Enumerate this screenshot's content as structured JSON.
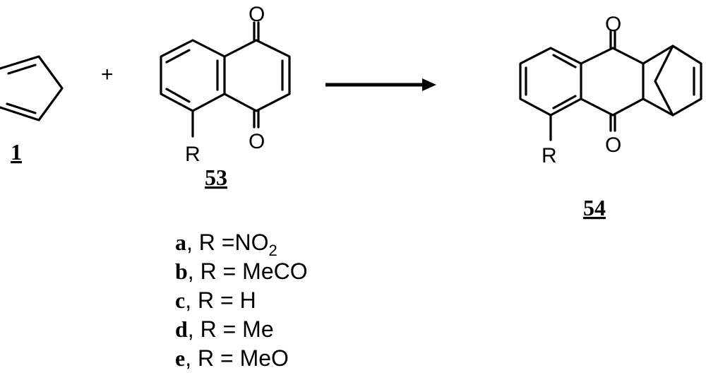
{
  "reaction": {
    "reactant_1": {
      "label": "1"
    },
    "plus": "+",
    "reactant_2": {
      "label": "53",
      "substituent": "R",
      "oxygen_top": "O",
      "oxygen_bottom": "O"
    },
    "product": {
      "label": "54",
      "substituent": "R",
      "oxygen_top": "O",
      "oxygen_bottom": "O"
    }
  },
  "substituents": [
    {
      "key": "a",
      "text": "R =NO",
      "subscript": "2"
    },
    {
      "key": "b",
      "text": "R = MeCO",
      "subscript": ""
    },
    {
      "key": "c",
      "text": "R = H",
      "subscript": ""
    },
    {
      "key": "d",
      "text": "R = Me",
      "subscript": ""
    },
    {
      "key": "e",
      "text": "R = MeO",
      "subscript": ""
    }
  ]
}
